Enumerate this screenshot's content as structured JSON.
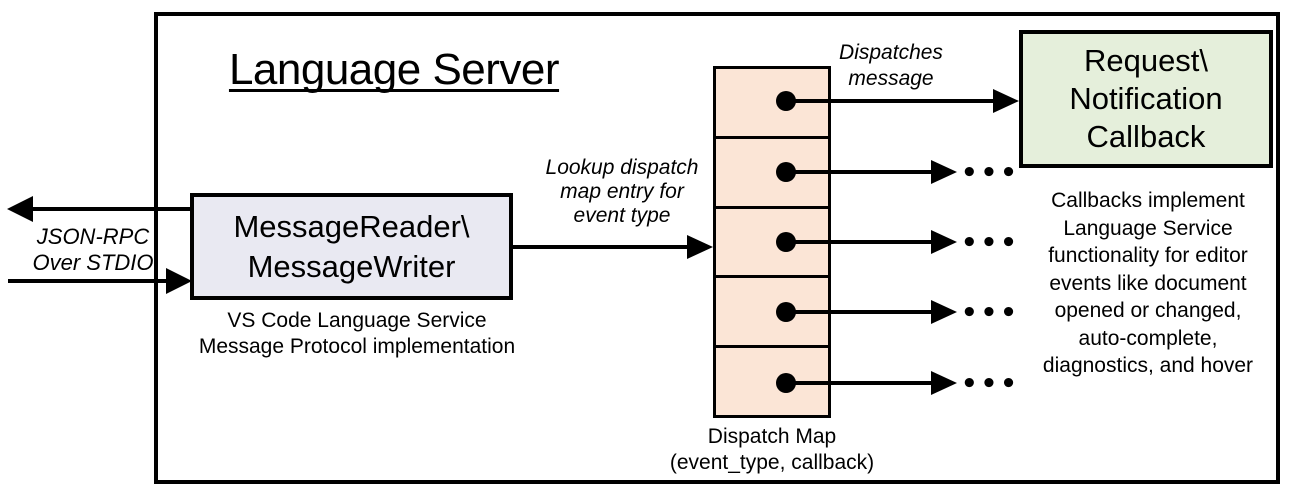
{
  "title": "Language Server",
  "colors": {
    "background": "#ffffff",
    "line": "#000000",
    "reader_fill": "#e9e9f2",
    "map_fill": "#fbe5d6",
    "callback_fill": "#e5efdb"
  },
  "io": {
    "label_line1": "JSON-RPC",
    "label_line2": "Over STDIO"
  },
  "reader": {
    "title_line1": "MessageReader\\",
    "title_line2": "MessageWriter",
    "caption_line1": "VS Code Language Service",
    "caption_line2": "Message Protocol implementation"
  },
  "lookup_label": {
    "line1": "Lookup dispatch",
    "line2": "map entry for",
    "line3": "event type"
  },
  "dispatches_label": {
    "line1": "Dispatches",
    "line2": "message"
  },
  "dispatch_map": {
    "cell_count": 5,
    "label_line1": "Dispatch Map",
    "label_line2": "(event_type, callback)",
    "ellipsis_icon": "•••"
  },
  "callback": {
    "line1": "Request\\",
    "line2": "Notification",
    "line3": "Callback"
  },
  "right_text": {
    "lines": [
      "Callbacks implement",
      "Language Service",
      "functionality for editor",
      "events like document",
      "opened or changed,",
      "auto-complete,",
      "diagnostics, and hover"
    ]
  }
}
